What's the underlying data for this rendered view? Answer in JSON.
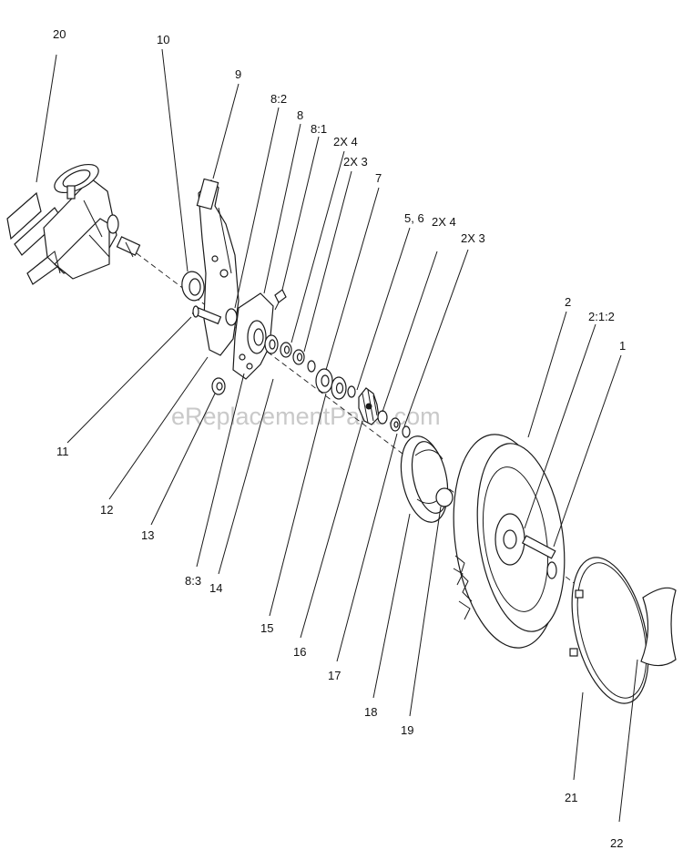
{
  "watermark": "eReplacementParts.com",
  "callouts": [
    {
      "id": "c20",
      "text": "20"
    },
    {
      "id": "c10",
      "text": "10"
    },
    {
      "id": "c9",
      "text": "9"
    },
    {
      "id": "c8_2",
      "text": "8:2"
    },
    {
      "id": "c8",
      "text": "8"
    },
    {
      "id": "c8_1",
      "text": "8:1"
    },
    {
      "id": "c2x4a",
      "text": "2X 4"
    },
    {
      "id": "c2x3a",
      "text": "2X 3"
    },
    {
      "id": "c7",
      "text": "7"
    },
    {
      "id": "c56",
      "text": "5, 6"
    },
    {
      "id": "c2x4b",
      "text": "2X 4"
    },
    {
      "id": "c2x3b",
      "text": "2X 3"
    },
    {
      "id": "c2",
      "text": "2"
    },
    {
      "id": "c2_1_2",
      "text": "2:1:2"
    },
    {
      "id": "c1",
      "text": "1"
    },
    {
      "id": "c11",
      "text": "11"
    },
    {
      "id": "c12",
      "text": "12"
    },
    {
      "id": "c13",
      "text": "13"
    },
    {
      "id": "c8_3",
      "text": "8:3"
    },
    {
      "id": "c14",
      "text": "14"
    },
    {
      "id": "c15",
      "text": "15"
    },
    {
      "id": "c16",
      "text": "16"
    },
    {
      "id": "c17",
      "text": "17"
    },
    {
      "id": "c18",
      "text": "18"
    },
    {
      "id": "c19",
      "text": "19"
    },
    {
      "id": "c21",
      "text": "21"
    },
    {
      "id": "c22",
      "text": "22"
    }
  ]
}
